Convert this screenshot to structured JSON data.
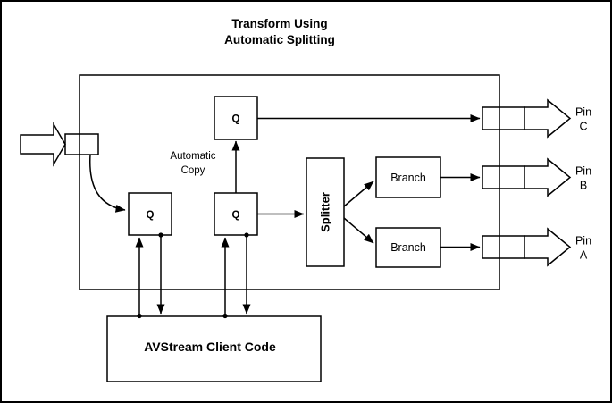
{
  "title": {
    "line1": "Transform Using",
    "line2": "Automatic Splitting"
  },
  "filter": {
    "queue_top_label": "Q",
    "queue_left_label": "Q",
    "queue_middle_label": "Q",
    "automatic_copy": {
      "line1": "Automatic",
      "line2": "Copy"
    },
    "splitter_label": "Splitter",
    "branch_top_label": "Branch",
    "branch_bottom_label": "Branch"
  },
  "pins": {
    "c": {
      "word": "Pin",
      "letter": "C"
    },
    "b": {
      "word": "Pin",
      "letter": "B"
    },
    "a": {
      "word": "Pin",
      "letter": "A"
    }
  },
  "client_code": {
    "label": "AVStream Client Code"
  },
  "colors": {
    "line": "#000000",
    "background": "#ffffff"
  }
}
